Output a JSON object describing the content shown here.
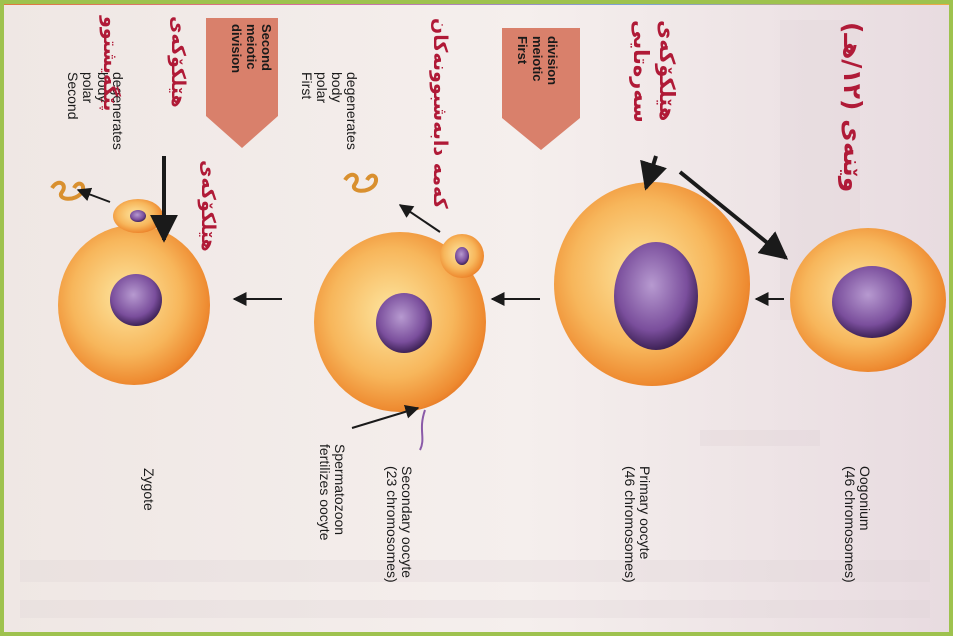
{
  "title_kurdish": "وێنەی (١٢/ھـ)",
  "stages": [
    {
      "id": "oogonium",
      "label": "Oogonium",
      "count": "(46 chromosomes)"
    },
    {
      "id": "primary",
      "label": "Primary oocyte",
      "count": "(46 chromosomes)"
    },
    {
      "id": "secondary",
      "label": "Secondary oocyte",
      "count": "(23 chromosomes)"
    },
    {
      "id": "zygote",
      "label": "Zygote"
    }
  ],
  "divisions": {
    "first": [
      "First",
      "meiotic",
      "division"
    ],
    "second": [
      "Second",
      "meiotic",
      "division"
    ]
  },
  "polar_bodies": {
    "first": [
      "First",
      "polar",
      "body",
      "degenerates"
    ],
    "second": [
      "Second",
      "polar",
      "body",
      "degenerates"
    ]
  },
  "sperm_label": [
    "Spermatozoon",
    "fertilizes oocyte"
  ],
  "kurdish": {
    "first_line1": "هێلکۆکەی",
    "first_line2": "سەرەتایی",
    "first_polar": "کەمە دابەشبوونەکان",
    "second_line1": "هێلکۆکەی",
    "second_line2": "پێگەیشتوو",
    "second_polar": "هێلکۆکەی"
  },
  "colors": {
    "frame": "#9ec24e",
    "arrow_tag": "#d9806b",
    "cell": "#f2a046",
    "nucleus": "#7a4a9a",
    "kurdish": "#b01a37"
  }
}
